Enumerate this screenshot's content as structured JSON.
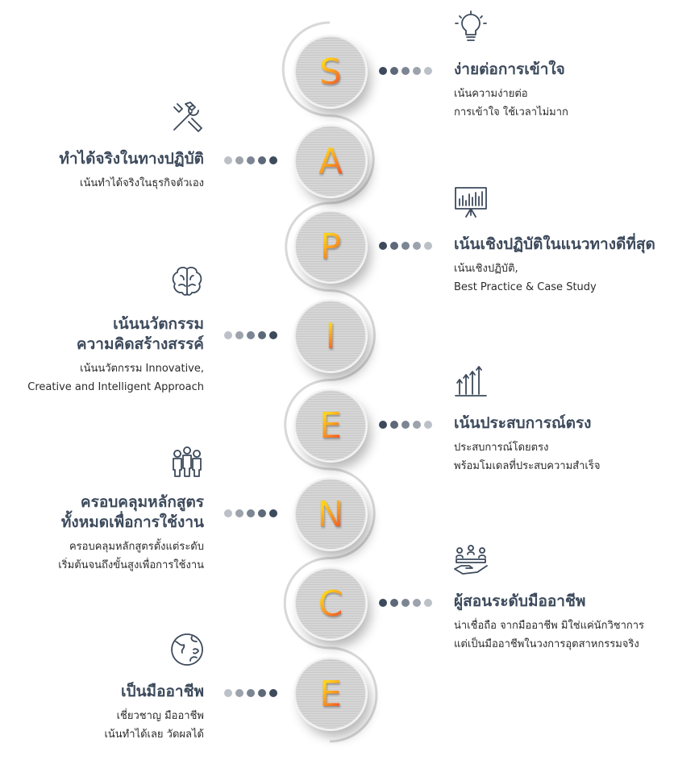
{
  "letters": [
    "S",
    "A",
    "P",
    "I",
    "E",
    "N",
    "C",
    "E"
  ],
  "items": [
    {
      "side": "right",
      "icon": "lightbulb-icon",
      "title": [
        "ง่ายต่อการเข้าใจ"
      ],
      "desc": [
        "เน้นความง่ายต่อ",
        "การเข้าใจ ใช้เวลาไม่มาก"
      ]
    },
    {
      "side": "left",
      "icon": "tools-icon",
      "title": [
        "ทำได้จริงในทางปฏิบัติ"
      ],
      "desc": [
        "เน้นทำได้จริงในธุรกิจตัวเอง"
      ]
    },
    {
      "side": "right",
      "icon": "presentation-chart-icon",
      "title": [
        "เน้นเชิงปฏิบัติในแนวทางดีที่สุด"
      ],
      "desc": [
        "เน้นเชิงปฏิบัติ,",
        "Best Practice & Case Study"
      ]
    },
    {
      "side": "left",
      "icon": "brain-icon",
      "title": [
        "เน้นนวัตกรรม",
        "ความคิดสร้างสรรค์"
      ],
      "desc": [
        "เน้นนวัตกรรม Innovative,",
        "Creative and Intelligent Approach"
      ]
    },
    {
      "side": "right",
      "icon": "growth-arrows-icon",
      "title": [
        "เน้นประสบการณ์ตรง"
      ],
      "desc": [
        "ประสบการณ์โดยตรง",
        "พร้อมโมเดลที่ประสบความสำเร็จ"
      ]
    },
    {
      "side": "left",
      "icon": "team-icon",
      "title": [
        "ครอบคลุมหลักสูตร",
        "ทั้งหมดเพื่อการใช้งาน"
      ],
      "desc": [
        "ครอบคลุมหลักสูตรตั้งแต่ระดับ",
        "เริ่มต้นจนถึงขั้นสูงเพื่อการใช้งาน"
      ]
    },
    {
      "side": "right",
      "icon": "instructor-hand-icon",
      "title": [
        "ผู้สอนระดับมืออาชีพ"
      ],
      "desc": [
        "น่าเชื่อถือ จากมืออาชีพ มิใช่แค่นักวิชาการ",
        "แต่เป็นมืออาชีพในวงการอุตสาหกรรมจริง"
      ]
    },
    {
      "side": "left",
      "icon": "globe-icon",
      "title": [
        "เป็นมืออาชีพ"
      ],
      "desc": [
        "เชี่ยวชาญ มืออาชีพ",
        "เน้นทำได้เลย วัดผลได้"
      ]
    }
  ],
  "colors": {
    "title": "#3d4a5c",
    "dots": [
      "#3d4a5c",
      "#5d6878",
      "#7c8594",
      "#9ca3ad",
      "#bcc1c7"
    ]
  }
}
